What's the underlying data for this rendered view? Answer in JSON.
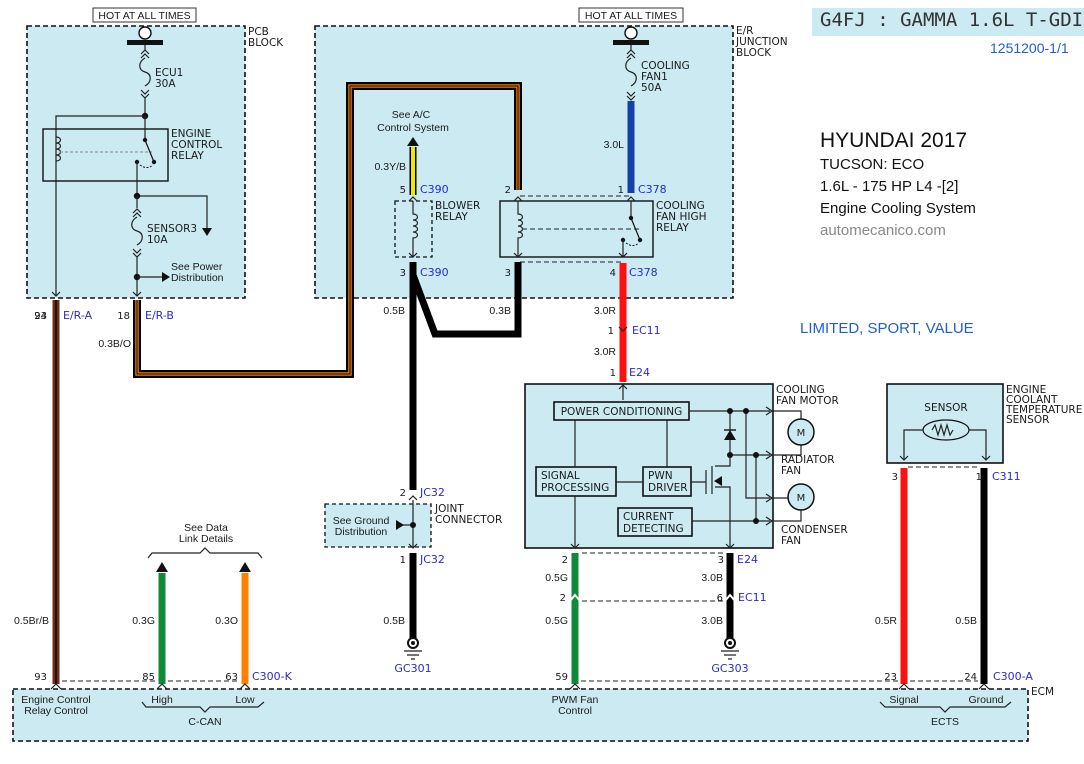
{
  "header": {
    "engine_title": "G4FJ : GAMMA 1.6L T-GDI",
    "page_code": "1251200-1/1"
  },
  "vehicle": {
    "make_year": "HYUNDAI 2017",
    "model": "TUCSON:  ECO",
    "engine": "1.6L -  175 HP L4 -[2]",
    "system": "Engine Cooling System",
    "source": "automecanico.com",
    "trims": "LIMITED, SPORT, VALUE"
  },
  "pcb_block": {
    "hot_label": "HOT AT ALL TIMES",
    "name_line1": "PCB",
    "name_line2": "BLOCK",
    "fuse1": {
      "name": "ECU1",
      "rating": "30A"
    },
    "relay": {
      "line1": "ENGINE",
      "line2": "CONTROL",
      "line3": "RELAY"
    },
    "fuse2": {
      "name": "SENSOR3",
      "rating": "10A"
    },
    "see_power_1": "See Power",
    "see_power_2": "Distribution",
    "pins": [
      {
        "pin": "24",
        "connector": "E/R-A"
      },
      {
        "pin": "18",
        "connector": "E/R-B"
      }
    ]
  },
  "er_block": {
    "hot_label": "HOT AT ALL TIMES",
    "name_line1": "E/R",
    "name_line2": "JUNCTION",
    "name_line3": "BLOCK",
    "fuse": {
      "line1": "COOLING",
      "line2": "FAN1",
      "rating": "50A"
    },
    "see_ac_1": "See A/C",
    "see_ac_2": "Control System",
    "blower_relay": {
      "line1": "BLOWER",
      "line2": "RELAY"
    },
    "fan_relay": {
      "line1": "COOLING",
      "line2": "FAN HIGH",
      "line3": "RELAY"
    }
  },
  "connectors": {
    "c390_top": {
      "pin": "5",
      "name": "C390"
    },
    "c390_bot": {
      "pin": "3",
      "name": "C390"
    },
    "relay_pin2": "2",
    "relay_pin3": "3",
    "c378_top": {
      "pin": "1",
      "name": "C378"
    },
    "c378_bot": {
      "pin": "4",
      "name": "C378"
    },
    "ec11_top": {
      "pin": "1",
      "name": "EC11"
    },
    "e24_top": {
      "pin": "1",
      "name": "E24"
    },
    "jc32_top": {
      "pin": "2",
      "name": "JC32"
    },
    "jc32_bot": {
      "pin": "1",
      "name": "JC32"
    },
    "e24_pin2": "2",
    "e24_bot": {
      "pin": "3",
      "name": "E24"
    },
    "ec11_pin2": "2",
    "ec11_bot": {
      "pin": "6",
      "name": "EC11"
    },
    "c311": {
      "pin_left": "3",
      "pin_right": "1",
      "name": "C311"
    },
    "c300k": {
      "pins": [
        "93",
        "85",
        "63"
      ],
      "name": "C300-K"
    },
    "c300a": {
      "pins": [
        "59",
        "23",
        "24"
      ],
      "name": "C300-A"
    }
  },
  "wires": {
    "yellow": "0.3Y/B",
    "blue": "3.0L",
    "brown_orange": "0.3B/O",
    "blower_gnd": "0.5B",
    "relay_gnd": "0.3B",
    "red_1": "3.0R",
    "red_2": "3.0R",
    "brown": "0.5Br/B",
    "can_high": "0.3G",
    "can_low": "0.3O",
    "jc_gnd": "0.5B",
    "pwm_1": "0.5G",
    "pwm_2": "0.5G",
    "fan_gnd_1": "3.0B",
    "fan_gnd_2": "3.0B",
    "ects_sig": "0.5R",
    "ects_gnd": "0.5B"
  },
  "wire_colors": {
    "brown": "#6b2e1a",
    "black": "#000000",
    "orange": "#f07c10",
    "yellow": "#f2e600",
    "blue": "#1441a8",
    "red": "#ff1010",
    "green": "#0f8a3a",
    "can_orange": "#ff8000"
  },
  "joint_connector": {
    "see_ground_1": "See Ground",
    "see_ground_2": "Distribution",
    "line1": "JOINT",
    "line2": "CONNECTOR"
  },
  "grounds": [
    "GC301",
    "GC303"
  ],
  "fan_motor": {
    "title1": "COOLING",
    "title2": "FAN MOTOR",
    "power_cond": "POWER CONDITIONING",
    "signal1": "SIGNAL",
    "signal2": "PROCESSING",
    "pwn1": "PWN",
    "pwn2": "DRIVER",
    "current1": "CURRENT",
    "current2": "DETECTING",
    "motor_symbol": "M",
    "radiator1": "RADIATOR",
    "radiator2": "FAN",
    "condenser1": "CONDENSER",
    "condenser2": "FAN"
  },
  "ects": {
    "inner_label": "SENSOR",
    "line1": "ENGINE",
    "line2": "COOLANT",
    "line3": "TEMPERATURE",
    "line4": "SENSOR"
  },
  "data_link": {
    "line1": "See Data",
    "line2": "Link Details"
  },
  "ecm": {
    "name": "ECM",
    "relay_ctrl_1": "Engine Control",
    "relay_ctrl_2": "Relay Control",
    "can_high": "High",
    "can_low": "Low",
    "can_group": "C-CAN",
    "pwm_1": "PWM Fan",
    "pwm_2": "Control",
    "signal": "Signal",
    "ground": "Ground",
    "ects_group": "ECTS"
  }
}
